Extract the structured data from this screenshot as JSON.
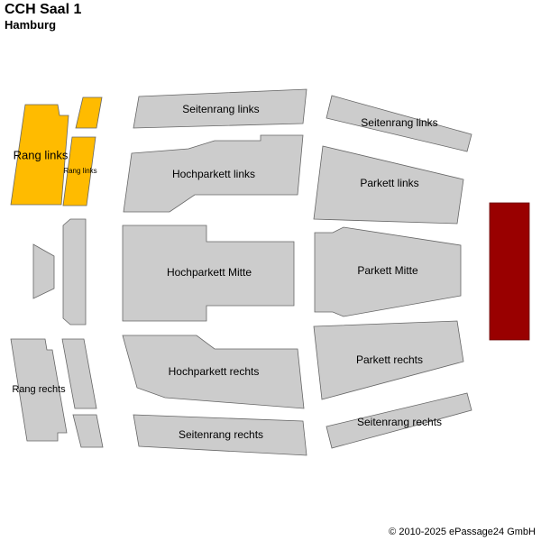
{
  "header": {
    "title": "CCH Saal 1",
    "city": "Hamburg"
  },
  "footer": {
    "copyright": "© 2010-2025 ePassage24 GmbH"
  },
  "colors": {
    "section_unavailable": "#cccccc",
    "section_available": "#ffbb00",
    "stage": "#990000"
  },
  "sections": {
    "rang_links": "Rang links",
    "rang_links_small": "Rang links",
    "rang_rechts": "Rang rechts",
    "seitenrang_links_left": "Seitenrang links",
    "seitenrang_links_right": "Seitenrang links",
    "hochparkett_links": "Hochparkett links",
    "hochparkett_mitte": "Hochparkett Mitte",
    "hochparkett_rechts": "Hochparkett rechts",
    "parkett_links": "Parkett links",
    "parkett_mitte": "Parkett Mitte",
    "parkett_rechts": "Parkett rechts",
    "seitenrang_rechts_left": "Seitenrang rechts",
    "seitenrang_rechts_right": "Seitenrang rechts"
  }
}
